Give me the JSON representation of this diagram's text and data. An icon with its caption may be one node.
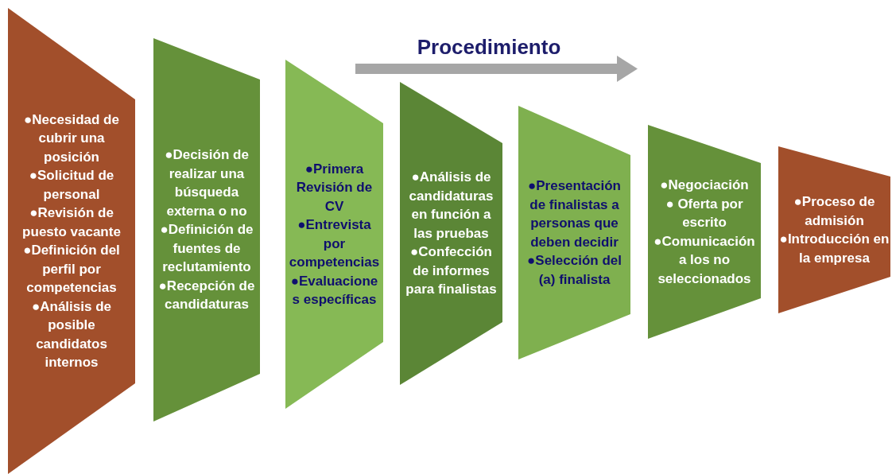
{
  "diagram": {
    "title": "Procedimiento",
    "nodes": [
      {
        "text": [
          "●Necesidad de cubrir una posición",
          "●Solicitud de personal",
          "●Revisión de puesto vacante",
          "●Definición del perfil por competencias",
          "●Análisis de posible candidatos internos"
        ]
      },
      {
        "text": [
          "●Decisión de realizar una búsqueda externa o no",
          "●Definición de fuentes de reclutamiento",
          "●Recepción de candidaturas"
        ]
      },
      {
        "text": [
          "●Primera Revisión de CV",
          "●Entrevista por competencias",
          "●Evaluaciones específicas"
        ]
      },
      {
        "text": [
          "●Análisis de candidaturas en función a las pruebas",
          "●Confección de informes para finalistas"
        ]
      },
      {
        "text": [
          "●Presentación de finalistas a personas que deben decidir",
          "●Selección del (a) finalista"
        ]
      },
      {
        "text": [
          "●Negociación",
          "● Oferta por escrito",
          "●Comunicación a los no seleccionados"
        ]
      },
      {
        "text": [
          "●Proceso de admisión",
          "●Introducción en la empresa"
        ]
      }
    ]
  }
}
